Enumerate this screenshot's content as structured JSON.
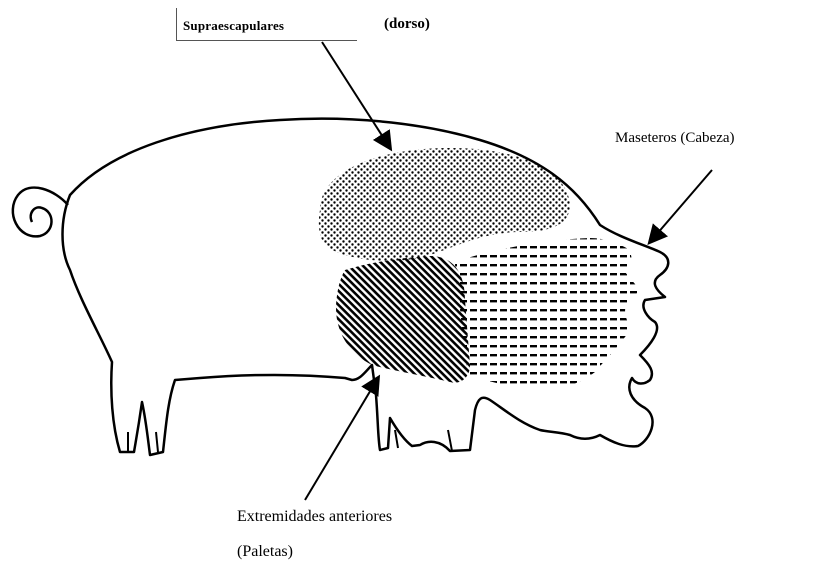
{
  "labels": {
    "supraescapulares": "Supraescapulares",
    "dorso": "(dorso)",
    "maseteros": "Maseteros  (Cabeza)",
    "extremidades": "Extremidades anteriores",
    "paletas": "(Paletas)"
  },
  "colors": {
    "ink": "#000000",
    "background": "#ffffff"
  }
}
